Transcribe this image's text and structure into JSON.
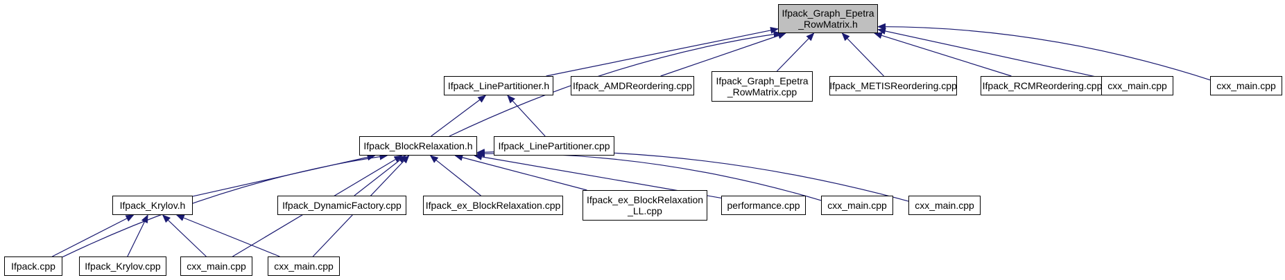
{
  "colors": {
    "edge": "#191970",
    "root_fill": "#bfbfbf",
    "node_fill": "#ffffff",
    "border": "#000000"
  },
  "nodes": {
    "graph_h": "Ifpack_Graph_Epetra\n_RowMatrix.h",
    "line_partitioner_h": "Ifpack_LinePartitioner.h",
    "amd_reordering_cpp": "Ifpack_AMDReordering.cpp",
    "graph_cpp": "Ifpack_Graph_Epetra\n_RowMatrix.cpp",
    "metis_reordering_cpp": "Ifpack_METISReordering.cpp",
    "rcm_reordering_cpp": "Ifpack_RCMReordering.cpp",
    "cxx_main_top1": "cxx_main.cpp",
    "cxx_main_top2": "cxx_main.cpp",
    "block_relaxation_h": "Ifpack_BlockRelaxation.h",
    "line_partitioner_cpp": "Ifpack_LinePartitioner.cpp",
    "krylov_h": "Ifpack_Krylov.h",
    "dynamic_factory_cpp": "Ifpack_DynamicFactory.cpp",
    "ex_block_relaxation_cpp": "Ifpack_ex_BlockRelaxation.cpp",
    "ex_block_relaxation_ll_cpp": "Ifpack_ex_BlockRelaxation\n_LL.cpp",
    "performance_cpp": "performance.cpp",
    "cxx_main_mid1": "cxx_main.cpp",
    "cxx_main_mid2": "cxx_main.cpp",
    "ifpack_cpp": "Ifpack.cpp",
    "krylov_cpp": "Ifpack_Krylov.cpp",
    "cxx_main_bot1": "cxx_main.cpp",
    "cxx_main_bot2": "cxx_main.cpp"
  },
  "edges": [
    {
      "from": "line_partitioner_h",
      "to": "graph_h"
    },
    {
      "from": "amd_reordering_cpp",
      "to": "graph_h"
    },
    {
      "from": "graph_cpp",
      "to": "graph_h"
    },
    {
      "from": "metis_reordering_cpp",
      "to": "graph_h"
    },
    {
      "from": "rcm_reordering_cpp",
      "to": "graph_h"
    },
    {
      "from": "cxx_main_top1",
      "to": "graph_h"
    },
    {
      "from": "cxx_main_top2",
      "to": "graph_h"
    },
    {
      "from": "block_relaxation_h",
      "to": "graph_h"
    },
    {
      "from": "block_relaxation_h",
      "to": "line_partitioner_h"
    },
    {
      "from": "line_partitioner_cpp",
      "to": "line_partitioner_h"
    },
    {
      "from": "ifpack_cpp",
      "to": "block_relaxation_h"
    },
    {
      "from": "krylov_h",
      "to": "block_relaxation_h"
    },
    {
      "from": "cxx_main_bot1",
      "to": "block_relaxation_h"
    },
    {
      "from": "cxx_main_bot2",
      "to": "block_relaxation_h"
    },
    {
      "from": "dynamic_factory_cpp",
      "to": "block_relaxation_h"
    },
    {
      "from": "ex_block_relaxation_cpp",
      "to": "block_relaxation_h"
    },
    {
      "from": "ex_block_relaxation_ll_cpp",
      "to": "block_relaxation_h"
    },
    {
      "from": "performance_cpp",
      "to": "block_relaxation_h"
    },
    {
      "from": "cxx_main_mid1",
      "to": "block_relaxation_h"
    },
    {
      "from": "cxx_main_mid2",
      "to": "block_relaxation_h"
    },
    {
      "from": "ifpack_cpp",
      "to": "krylov_h"
    },
    {
      "from": "krylov_cpp",
      "to": "krylov_h"
    },
    {
      "from": "cxx_main_bot1",
      "to": "krylov_h"
    },
    {
      "from": "cxx_main_bot2",
      "to": "krylov_h"
    }
  ]
}
